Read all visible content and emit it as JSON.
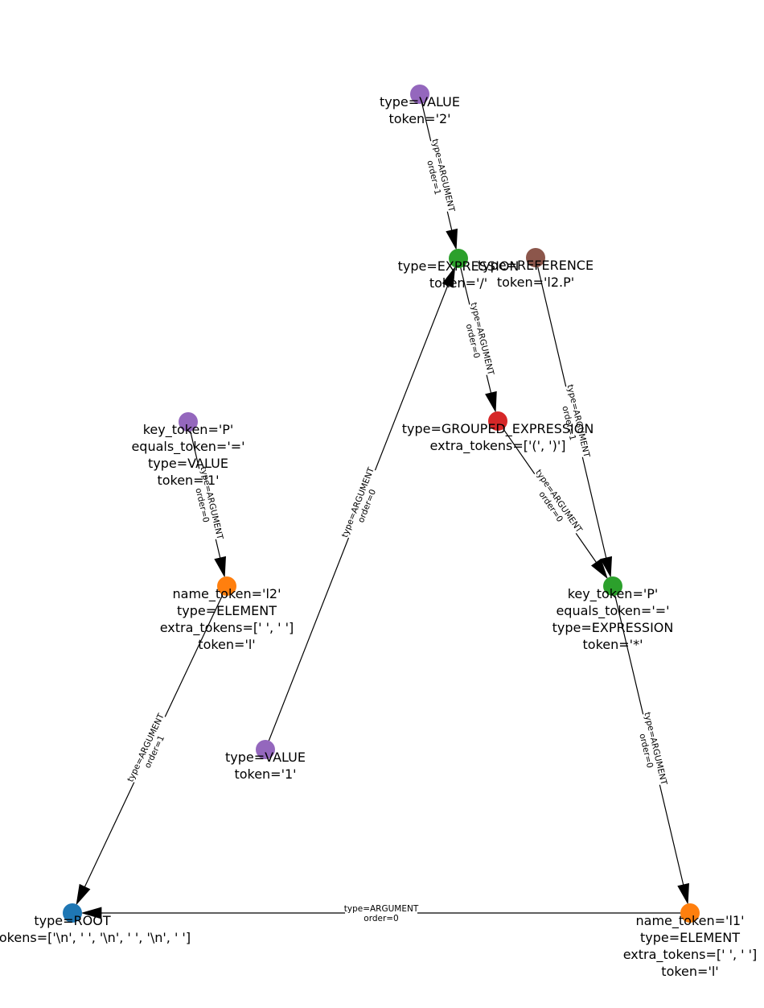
{
  "nodes": [
    {
      "id": "value-2",
      "color": "#9467bd",
      "lines": [
        "type=VALUE",
        "token='2'"
      ]
    },
    {
      "id": "expression-div",
      "color": "#2ca02c",
      "lines": [
        "type=EXPRESSION",
        "token='/'"
      ]
    },
    {
      "id": "reference-l2p",
      "color": "#8c564b",
      "lines": [
        "type=REFERENCE",
        "token='l2.P'"
      ]
    },
    {
      "id": "grouped-expression",
      "color": "#d62728",
      "lines": [
        "type=GROUPED_EXPRESSION",
        "extra_tokens=['(', ')']"
      ]
    },
    {
      "id": "value-key-p",
      "color": "#9467bd",
      "lines": [
        "key_token='P'",
        "equals_token='='",
        "type=VALUE",
        "token='1'"
      ]
    },
    {
      "id": "element-l2",
      "color": "#ff7f0e",
      "lines": [
        "name_token='l2'",
        "type=ELEMENT",
        "extra_tokens=[' ', ' ']",
        "token='l'"
      ]
    },
    {
      "id": "expression-mul",
      "color": "#2ca02c",
      "lines": [
        "key_token='P'",
        "equals_token='='",
        "type=EXPRESSION",
        "token='*'"
      ]
    },
    {
      "id": "value-1",
      "color": "#9467bd",
      "lines": [
        "type=VALUE",
        "token='1'"
      ]
    },
    {
      "id": "root",
      "color": "#1f77b4",
      "lines": [
        "type=ROOT",
        "extra_tokens=['\\n', '    ', '\\n', '    ', '\\n', '    ']"
      ]
    },
    {
      "id": "element-l1",
      "color": "#ff7f0e",
      "lines": [
        "name_token='l1'",
        "type=ELEMENT",
        "extra_tokens=[' ', ' ']",
        "token='l'"
      ]
    }
  ],
  "edges": [
    {
      "id": "value2-to-div",
      "source": "value-2",
      "target": "expression-div",
      "lines": [
        "type=ARGUMENT",
        "order=1"
      ]
    },
    {
      "id": "value1-to-div",
      "source": "value-1",
      "target": "expression-div",
      "lines": [
        "type=ARGUMENT",
        "order=0"
      ]
    },
    {
      "id": "div-to-grouped",
      "source": "expression-div",
      "target": "grouped-expression",
      "lines": [
        "type=ARGUMENT",
        "order=0"
      ]
    },
    {
      "id": "ref-to-mul",
      "source": "reference-l2p",
      "target": "expression-mul",
      "lines": [
        "type=ARGUMENT",
        "order=1"
      ]
    },
    {
      "id": "grouped-to-mul",
      "source": "grouped-expression",
      "target": "expression-mul",
      "lines": [
        "type=ARGUMENT",
        "order=0"
      ]
    },
    {
      "id": "mul-to-l1",
      "source": "expression-mul",
      "target": "element-l1",
      "lines": [
        "type=ARGUMENT",
        "order=0"
      ]
    },
    {
      "id": "valuep-to-l2",
      "source": "value-key-p",
      "target": "element-l2",
      "lines": [
        "type=ARGUMENT",
        "order=0"
      ]
    },
    {
      "id": "l2-to-root",
      "source": "element-l2",
      "target": "root",
      "lines": [
        "type=ARGUMENT",
        "order=1"
      ]
    },
    {
      "id": "l1-to-root",
      "source": "element-l1",
      "target": "root",
      "lines": [
        "type=ARGUMENT",
        "order=0"
      ]
    }
  ]
}
